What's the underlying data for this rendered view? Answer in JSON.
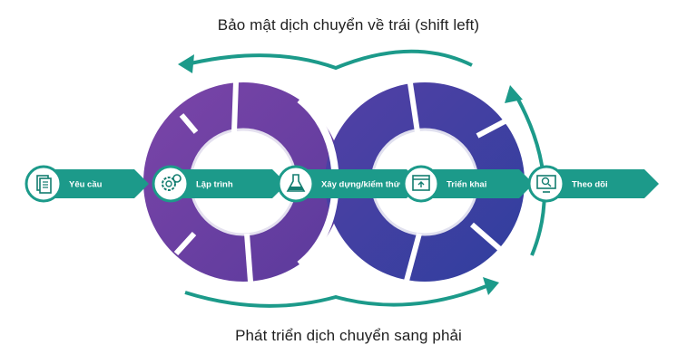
{
  "titles": {
    "top": "Bảo mật dịch chuyển về trái (shift left)",
    "bottom": "Phát triển dịch chuyển sang phải"
  },
  "steps": [
    {
      "label": "Yêu cầu",
      "icon": "document-stack-icon"
    },
    {
      "label": "Lập trình",
      "icon": "code-gear-icon"
    },
    {
      "label": "Xây dựng/kiểm thử",
      "icon": "flask-icon"
    },
    {
      "label": "Triển khai",
      "icon": "deploy-window-icon"
    },
    {
      "label": "Theo dõi",
      "icon": "monitor-search-icon"
    }
  ],
  "colors": {
    "teal": "#1c9a8a",
    "teal_dark": "#137d70",
    "purple_left": "#6a3fa0",
    "purple_right": "#3e3fa3",
    "arrow": "#1c9a8a"
  }
}
